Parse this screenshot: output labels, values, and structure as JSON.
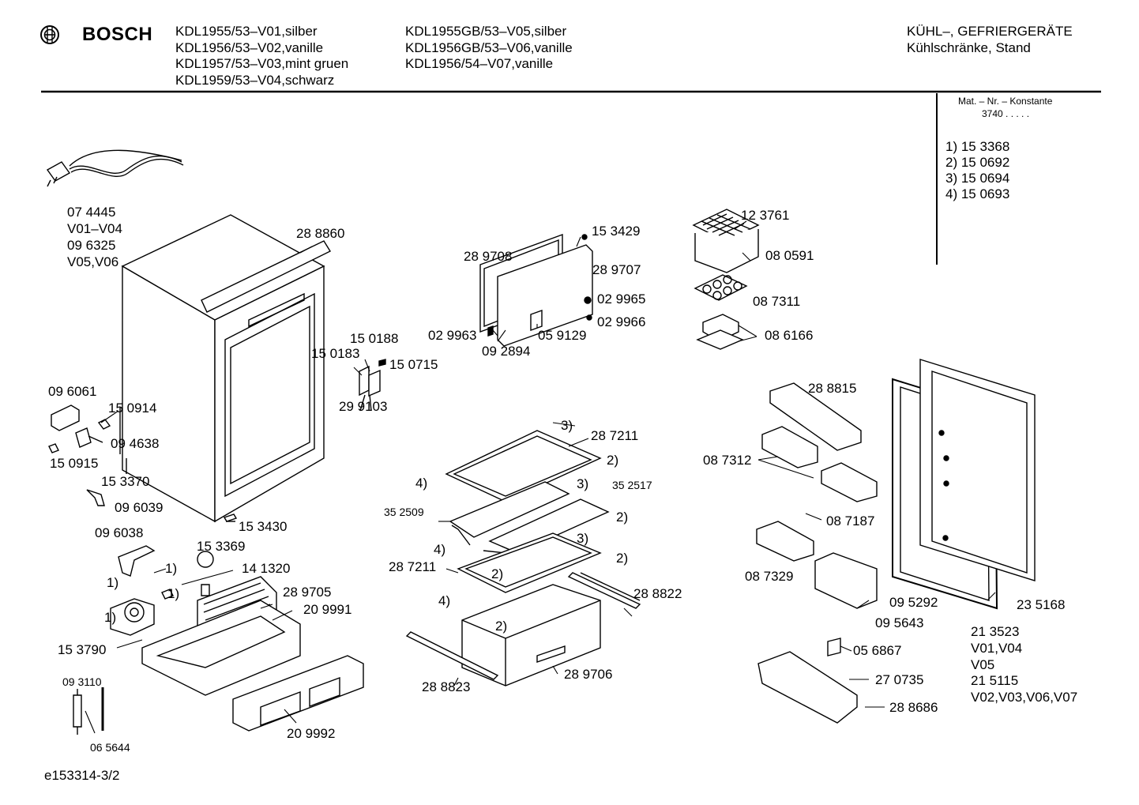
{
  "header": {
    "brand": "BOSCH",
    "models_col1": [
      "KDL1955/53–V01,silber",
      "KDL1956/53–V02,vanille",
      "KDL1957/53–V03,mint gruen",
      "KDL1959/53–V04,schwarz"
    ],
    "models_col2": [
      "KDL1955GB/53–V05,silber",
      "KDL1956GB/53–V06,vanille",
      "KDL1956/54–V07,vanille"
    ],
    "category_1": "KÜHL–, GEFRIERGERÄTE",
    "category_2": "Kühlschränke, Stand"
  },
  "side_panel": {
    "title": "Mat. – Nr. – Konstante",
    "constant": "3740  .  .  .  .  .",
    "refs": [
      "1) 15 3368",
      "2) 15 0692",
      "3) 15 0694",
      "4) 15 0693"
    ]
  },
  "labels": {
    "p074445": "07 4445",
    "v01v04": "V01–V04",
    "p096325": "09 6325",
    "v05v06": "V05,V06",
    "p288860": "28 8860",
    "p096061": "09 6061",
    "p150914": "15 0914",
    "p094638": "09 4638",
    "p150915": "15 0915",
    "p153370": "15 3370",
    "p096039": "09 6039",
    "p153430": "15 3430",
    "p150188": "15 0188",
    "p150183": "15 0183",
    "p150715": "15 0715",
    "p299103": "29 9103",
    "p289708": "28 9708",
    "p153429": "15 3429",
    "p289707": "28 9707",
    "p029965": "02 9965",
    "p029966": "02 9966",
    "p029963": "02 9963",
    "p059129": "05 9129",
    "p092894": "09 2894",
    "p123761": "12 3761",
    "p080591": "08 0591",
    "p087311": "08 7311",
    "p086166": "08 6166",
    "p096038": "09 6038",
    "p153369": "15 3369",
    "p141320": "14 1320",
    "r1a": "1)",
    "r1b": "1)",
    "r1c": "1)",
    "r1d": "1)",
    "p289705": "28 9705",
    "p209991": "20 9991",
    "p153790": "15 3790",
    "p093110": "09 3110",
    "p065644": "06 5644",
    "p209992": "20 9992",
    "r3a": "3)",
    "p287211a": "28 7211",
    "r2a": "2)",
    "r4a": "4)",
    "r3b": "3)",
    "p352517": "35 2517",
    "p352509": "35 2509",
    "r2b": "2)",
    "r4b": "4)",
    "r3c": "3)",
    "p287211b": "28 7211",
    "r2c": "2)",
    "r2d": "2)",
    "r4c": "4)",
    "p288822": "28 8822",
    "r2e": "2)",
    "p289706": "28 9706",
    "p288823": "28 8823",
    "p288815": "28 8815",
    "p087312": "08 7312",
    "p087187": "08 7187",
    "p087329": "08 7329",
    "p095292": "09 5292",
    "p095643": "09 5643",
    "p235168": "23 5168",
    "p213523": "21 3523",
    "v01v04b": "V01,V04",
    "v05": "V05",
    "p215115": "21 5115",
    "v02v07": "V02,V03,V06,V07",
    "p056867": "05 6867",
    "p270735": "27 0735",
    "p288686": "28 8686"
  },
  "footer": {
    "doc_id": "e153314-3/2"
  }
}
